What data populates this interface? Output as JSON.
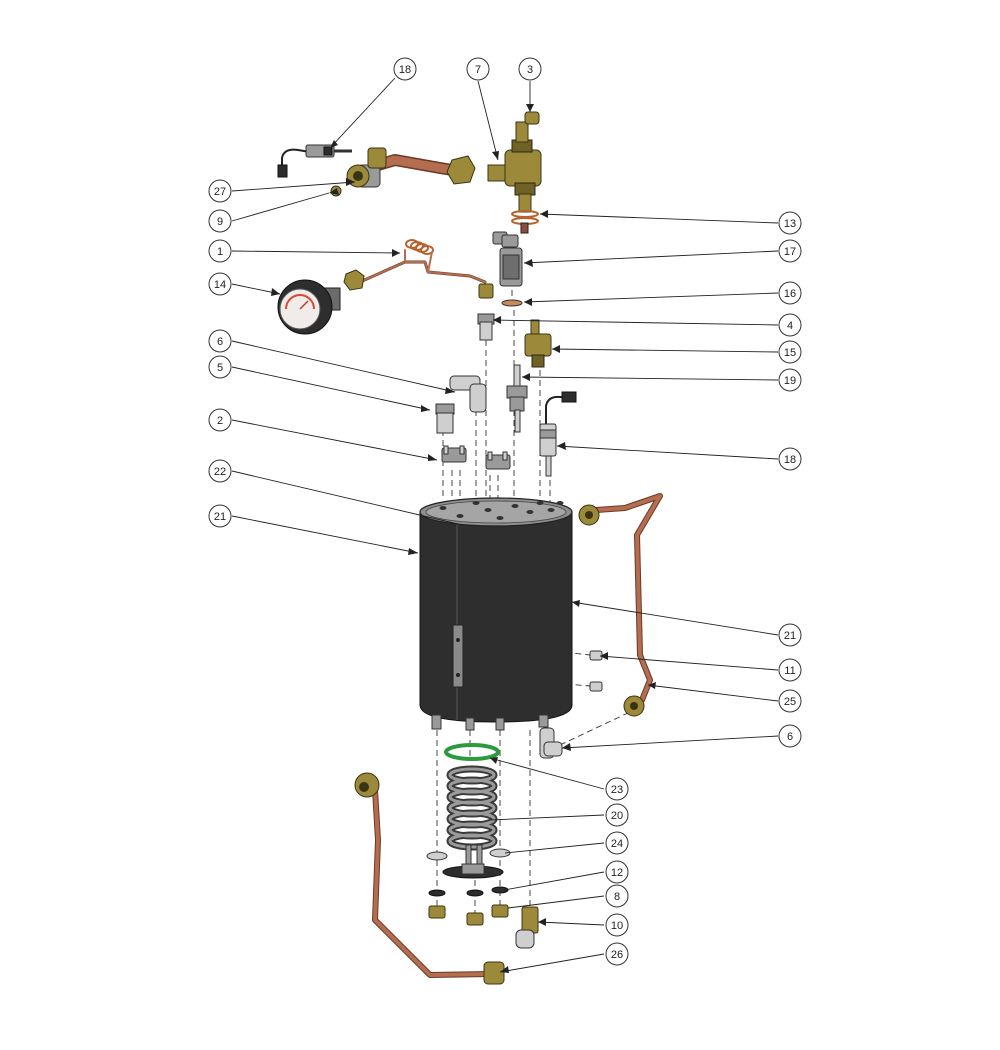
{
  "callouts": [
    {
      "id": "c18a",
      "label": "18"
    },
    {
      "id": "c7",
      "label": "7"
    },
    {
      "id": "c3",
      "label": "3"
    },
    {
      "id": "c27",
      "label": "27"
    },
    {
      "id": "c9",
      "label": "9"
    },
    {
      "id": "c13",
      "label": "13"
    },
    {
      "id": "c1",
      "label": "1"
    },
    {
      "id": "c17",
      "label": "17"
    },
    {
      "id": "c14",
      "label": "14"
    },
    {
      "id": "c16",
      "label": "16"
    },
    {
      "id": "c4",
      "label": "4"
    },
    {
      "id": "c15",
      "label": "15"
    },
    {
      "id": "c6a",
      "label": "6"
    },
    {
      "id": "c19",
      "label": "19"
    },
    {
      "id": "c5",
      "label": "5"
    },
    {
      "id": "c2",
      "label": "2"
    },
    {
      "id": "c18b",
      "label": "18"
    },
    {
      "id": "c22",
      "label": "22"
    },
    {
      "id": "c21a",
      "label": "21"
    },
    {
      "id": "c21b",
      "label": "21"
    },
    {
      "id": "c11",
      "label": "11"
    },
    {
      "id": "c25",
      "label": "25"
    },
    {
      "id": "c6b",
      "label": "6"
    },
    {
      "id": "c23",
      "label": "23"
    },
    {
      "id": "c20",
      "label": "20"
    },
    {
      "id": "c24",
      "label": "24"
    },
    {
      "id": "c12",
      "label": "12"
    },
    {
      "id": "c8",
      "label": "8"
    },
    {
      "id": "c10",
      "label": "10"
    },
    {
      "id": "c26",
      "label": "26"
    }
  ],
  "colors": {
    "boiler": "#2e2e2e",
    "brass": "#9c8a3a",
    "copper": "#b46d4f",
    "gasket": "#2e9a3e",
    "steel": "#9a9a9a"
  }
}
